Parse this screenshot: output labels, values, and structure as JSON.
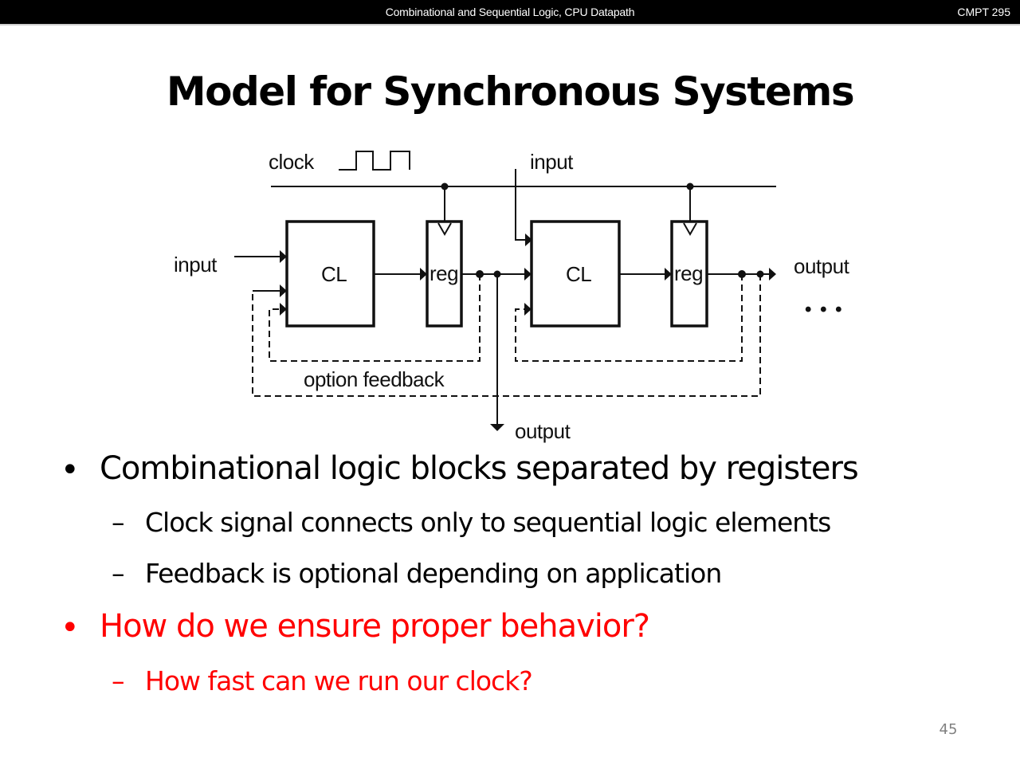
{
  "header": {
    "course_title": "Combinational and Sequential Logic, CPU Datapath",
    "course_code": "CMPT 295"
  },
  "slide": {
    "title": "Model for Synchronous Systems",
    "page_number": "45"
  },
  "diagram": {
    "labels": {
      "clock": "clock",
      "input_left": "input",
      "input_top": "input",
      "output_right": "output",
      "output_bottom": "output",
      "option_feedback": "option feedback",
      "cl_1": "CL",
      "cl_2": "CL",
      "reg_1": "reg",
      "reg_2": "reg",
      "continuation": "• • •"
    }
  },
  "bullets": [
    {
      "text": "Combinational logic blocks separated by registers",
      "color": "#000000",
      "sub": [
        "Clock signal connects only to sequential logic elements",
        "Feedback is optional depending on application"
      ]
    },
    {
      "text": "How do we ensure proper behavior?",
      "color": "#ff0000",
      "sub": [
        "How fast can we run our clock?"
      ]
    }
  ],
  "bullet_glyph": "•",
  "sub_bullet_glyph": "–"
}
